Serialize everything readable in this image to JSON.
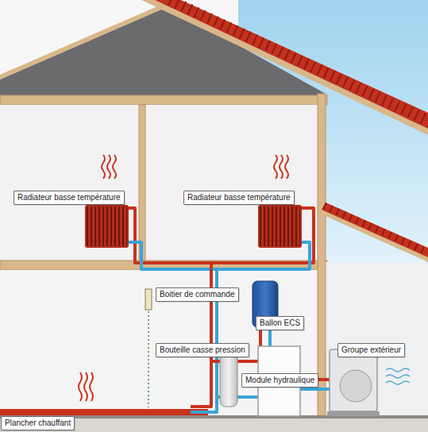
{
  "diagram": {
    "nodes": [
      {
        "text": [
          "Radiateur basse température"
        ]
      },
      {
        "text": [
          "Radiateur basse température"
        ]
      },
      {
        "text": [
          "Boitier de commande"
        ]
      },
      {
        "text": [
          "Ballon ECS"
        ]
      },
      {
        "text": [
          "Bouteille casse pression"
        ]
      },
      {
        "text": [
          "Groupe extérieur"
        ]
      },
      {
        "text": [
          "Module hydraulique"
        ]
      },
      {
        "text": [
          "Plancher chauffant"
        ]
      }
    ]
  }
}
